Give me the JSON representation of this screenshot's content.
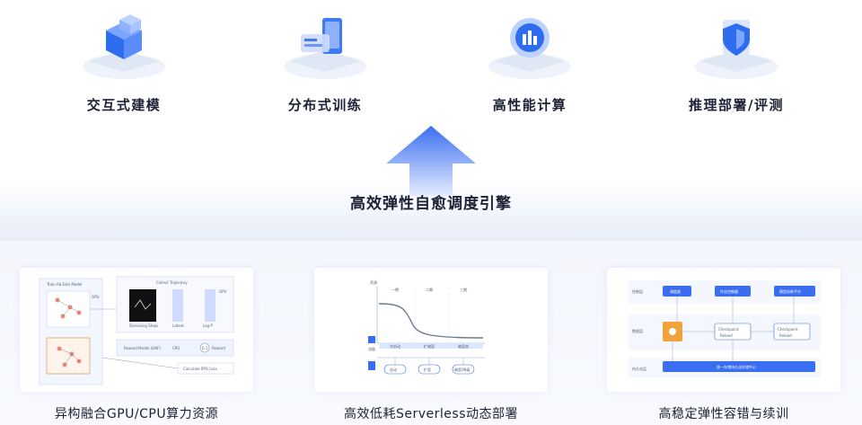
{
  "features": [
    {
      "label": "交互式建模",
      "icon": "cube-stack-icon"
    },
    {
      "label": "分布式训练",
      "icon": "phone-card-icon"
    },
    {
      "label": "高性能计算",
      "icon": "gauge-chart-icon"
    },
    {
      "label": "推理部署/评测",
      "icon": "shield-doc-icon"
    }
  ],
  "engine": {
    "label": "高效弹性自愈调度引擎"
  },
  "cards": [
    {
      "caption": "异构融合GPU/CPU算力资源",
      "diagram": {
        "train": "Train Ab Eidn Model",
        "gpu": "GPU",
        "collect": "Collect Trajectory",
        "gpu2": "GPU",
        "denoising": "Denoising Steps",
        "latent": "Latent",
        "logp": "Log P",
        "reward_model": "Reward Model (GNF)",
        "cpu": "CPU",
        "sum": "0.1",
        "reward": "Reward",
        "ppo": "Calculate PPO Loss"
      }
    },
    {
      "caption": "高效低耗Serverless动态部署",
      "diagram": {
        "y_label": "资源",
        "phases": [
          "一期",
          "二期",
          "三期"
        ],
        "stages": [
          "冷启动",
          "扩缩容",
          "缩容态"
        ],
        "actions": [
          "启动",
          "扩容",
          "缩容/降级"
        ],
        "legend": "流量"
      }
    },
    {
      "caption": "高稳定弹性容错与续训",
      "diagram": {
        "rows": [
          "控制层",
          "数据层",
          "持久化层"
        ],
        "control_boxes": [
          "调度器",
          "作业控制器",
          "模型训练平台"
        ],
        "checkpoints": [
          "Checkpoint",
          "Checkpoint"
        ],
        "cp_sub": [
          "Reload",
          "Reload"
        ],
        "storage": "统一存储持久化存储中心"
      }
    }
  ],
  "colors": {
    "accent": "#3a6df0",
    "arrow_top": "#3b6ef0",
    "arrow_bottom": "#e4ecff",
    "curve": "#6f7a90"
  }
}
